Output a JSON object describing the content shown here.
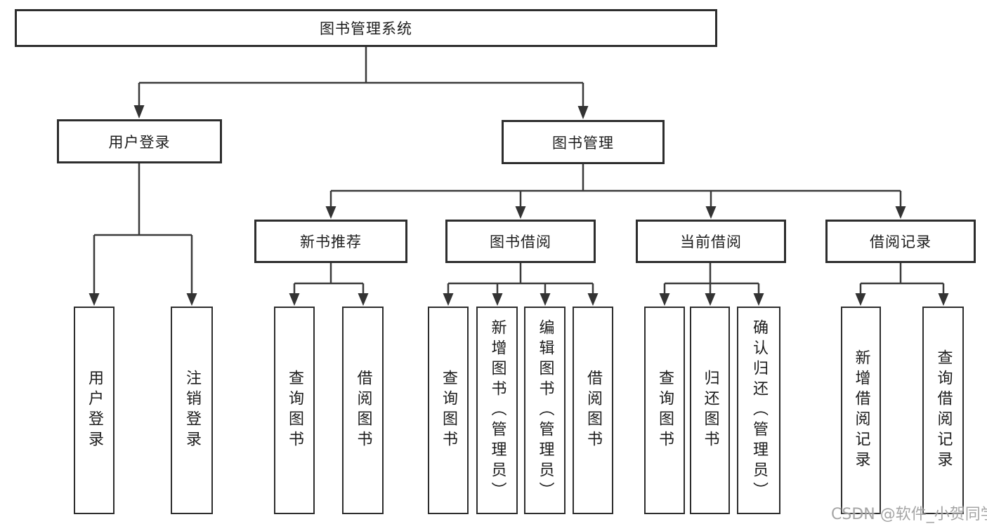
{
  "tree": {
    "label": "图书管理系统",
    "children": [
      {
        "label": "用户登录",
        "children": [
          {
            "label": "用户登录"
          },
          {
            "label": "注销登录"
          }
        ]
      },
      {
        "label": "图书管理",
        "children": [
          {
            "label": "新书推荐",
            "children": [
              {
                "label": "查询图书"
              },
              {
                "label": "借阅图书"
              }
            ]
          },
          {
            "label": "图书借阅",
            "children": [
              {
                "label": "查询图书"
              },
              {
                "label": "新增图书（管理员）"
              },
              {
                "label": "编辑图书（管理员）"
              },
              {
                "label": "借阅图书"
              }
            ]
          },
          {
            "label": "当前借阅",
            "children": [
              {
                "label": "查询图书"
              },
              {
                "label": "归还图书"
              },
              {
                "label": "确认归还（管理员）"
              }
            ]
          },
          {
            "label": "借阅记录",
            "children": [
              {
                "label": "新增借阅记录"
              },
              {
                "label": "查询借阅记录"
              }
            ]
          }
        ]
      }
    ]
  },
  "watermark": "CSDN @软件_小贺同学",
  "colors": {
    "line": "#3a3a3a",
    "box_border": "#2d2d2d",
    "text": "#1c1c1c",
    "watermark": "#9b9b9b",
    "background": "#ffffff"
  }
}
